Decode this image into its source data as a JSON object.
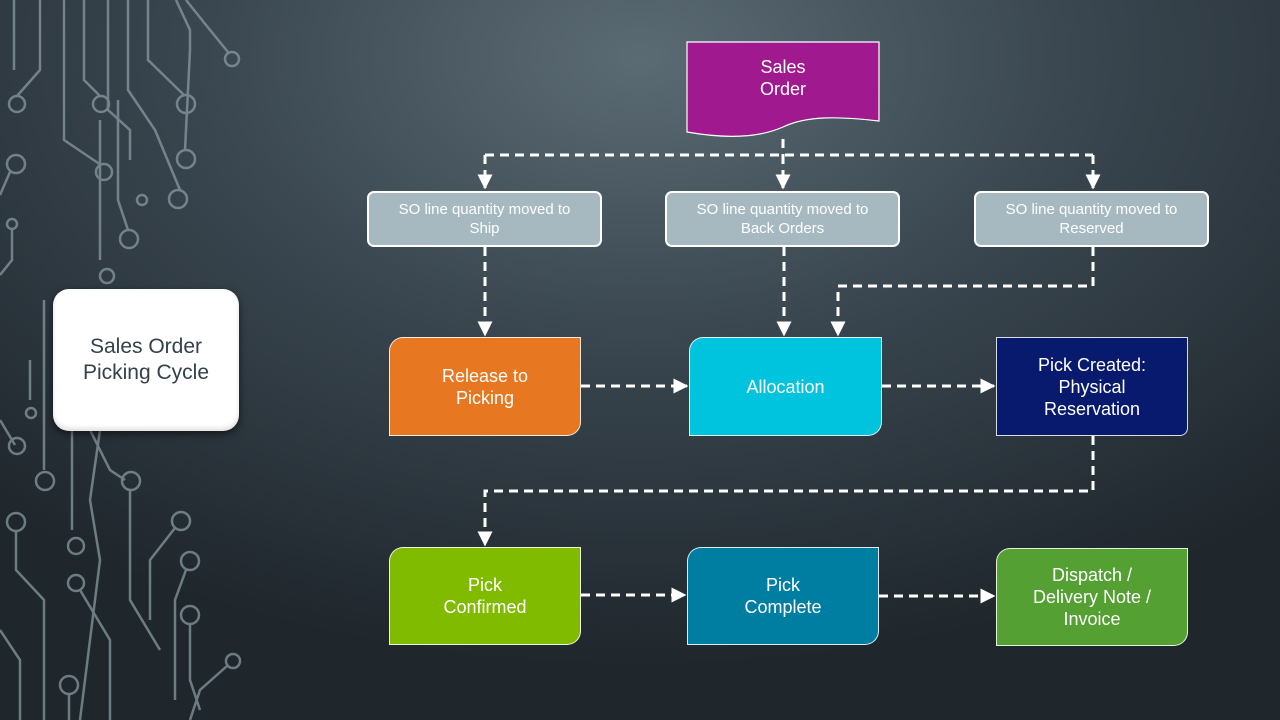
{
  "title_card": {
    "text": "Sales Order\nPicking Cycle"
  },
  "flow": {
    "sales_order": "Sales\nOrder",
    "qty_ship": "SO line quantity moved to\nShip",
    "qty_back_orders": "SO line quantity moved to\nBack Orders",
    "qty_reserved": "SO line quantity moved to\nReserved",
    "release_to_picking": "Release to\nPicking",
    "allocation": "Allocation",
    "pick_created": "Pick Created:\nPhysical\nReservation",
    "pick_confirmed": "Pick\nConfirmed",
    "pick_complete": "Pick\nComplete",
    "dispatch": "Dispatch /\nDelivery Note /\nInvoice"
  },
  "colors": {
    "sales_order": "#a0198f",
    "qty_boxes": "#a6b9c0",
    "release_to_picking": "#e87722",
    "allocation": "#00c4de",
    "pick_created": "#081a6e",
    "pick_confirmed": "#80bb00",
    "pick_complete": "#007ea2",
    "dispatch": "#54a032",
    "connector": "#ffffff"
  }
}
